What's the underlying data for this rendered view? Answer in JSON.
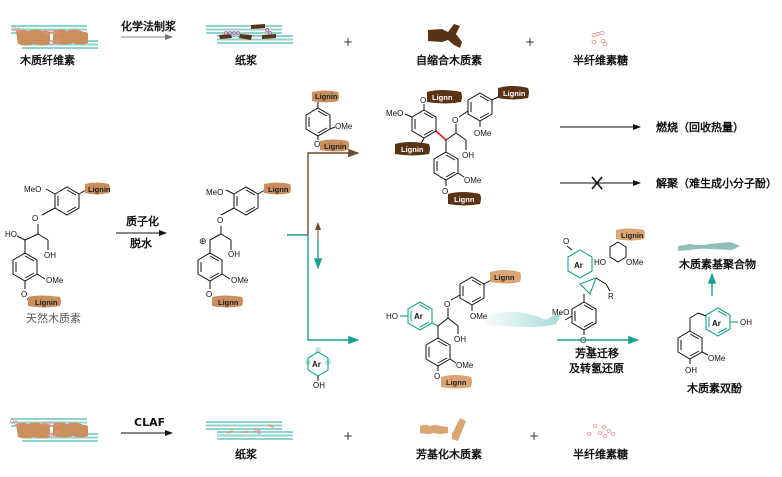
{
  "top_row": {
    "source_label": "木质纤维素",
    "process_label": "化学法制浆",
    "pulp_label": "纸浆",
    "plus1": "+",
    "lignin_label": "自缩合木质素",
    "plus2": "+",
    "sugar_label": "半纤维素糖"
  },
  "middle": {
    "native_label": "天然木质素",
    "step1_top": "质子化",
    "step1_bottom": "脱水",
    "charge_symbol": "⊕",
    "lignin_tag": "Lignin",
    "lignin_tag_alt": "Lignn",
    "meo": "MeO",
    "ome": "OMe",
    "ho": "HO",
    "oh": "OH",
    "o": "O",
    "ar": "Ar",
    "r": "R",
    "oxo": "O",
    "burn_label": "燃烧（回收热量）",
    "depoly_label": "解聚（难生成小分子酚）",
    "migration_label_1": "芳基迁移",
    "migration_label_2": "及转氢还原",
    "polymer_label": "木质素基聚合物",
    "bisphenol_label": "木质素双酚"
  },
  "bottom_row": {
    "process_label": "CLAF",
    "pulp_label": "纸浆",
    "plus1": "+",
    "lignin_label": "芳基化木质素",
    "plus2": "+",
    "sugar_label": "半纤维素糖"
  },
  "colors": {
    "teal": "#1aa38c",
    "fiber": "#8fd3cf",
    "native_lignin": "#c98f5c",
    "condensed_lignin": "#5a3315",
    "arylated_lignin": "#dba574",
    "sugar": "#e89090",
    "polymer": "#8fbfb8",
    "red_bond": "#e02020",
    "brown_line": "#6b4a2e"
  }
}
